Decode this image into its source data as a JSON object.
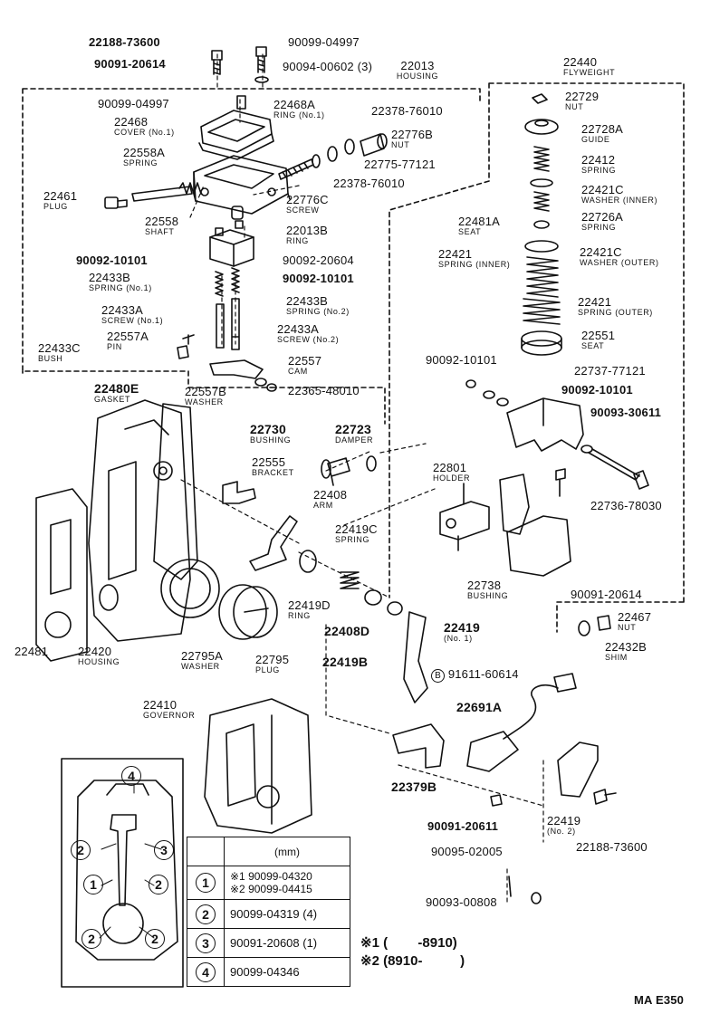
{
  "parts": {
    "p22188_top": {
      "no": "22188-73600"
    },
    "p90099_04997_top": {
      "no": "90099-04997"
    },
    "p90091_20614_top": {
      "no": "90091-20614"
    },
    "p90094_00602": {
      "no": "90094-00602 (3)"
    },
    "p22013": {
      "no": "22013",
      "name": "HOUSING"
    },
    "p22440": {
      "no": "22440",
      "name": "FLYWEIGHT"
    },
    "p90099_04997_mid": {
      "no": "90099-04997"
    },
    "p22468A": {
      "no": "22468A",
      "name": "RING (No.1)"
    },
    "p22468": {
      "no": "22468",
      "name": "COVER (No.1)"
    },
    "p22378_76010_a": {
      "no": "22378-76010"
    },
    "p22776B": {
      "no": "22776B",
      "name": "NUT"
    },
    "p22558A": {
      "no": "22558A",
      "name": "SPRING"
    },
    "p22775": {
      "no": "22775-77121"
    },
    "p22378_76010_b": {
      "no": "22378-76010"
    },
    "p22461": {
      "no": "22461",
      "name": "PLUG"
    },
    "p22776C": {
      "no": "22776C",
      "name": "SCREW"
    },
    "p22558": {
      "no": "22558",
      "name": "SHAFT"
    },
    "p22013B": {
      "no": "22013B",
      "name": "RING"
    },
    "p90092_10101_a": {
      "no": "90092-10101"
    },
    "p90092_20604": {
      "no": "90092-20604"
    },
    "p90092_10101_b": {
      "no": "90092-10101"
    },
    "p22433B_1": {
      "no": "22433B",
      "name": "SPRING (No.1)"
    },
    "p22433B_2": {
      "no": "22433B",
      "name": "SPRING (No.2)"
    },
    "p22433A_1": {
      "no": "22433A",
      "name": "SCREW (No.1)"
    },
    "p22557A": {
      "no": "22557A",
      "name": "PIN"
    },
    "p22433A_2": {
      "no": "22433A",
      "name": "SCREW (No.2)"
    },
    "p22433C": {
      "no": "22433C",
      "name": "BUSH"
    },
    "p22557": {
      "no": "22557",
      "name": "CAM"
    },
    "p22557B": {
      "no": "22557B",
      "name": "WASHER"
    },
    "p22365": {
      "no": "22365-48010"
    },
    "p22729": {
      "no": "22729",
      "name": "NUT"
    },
    "p22728A": {
      "no": "22728A",
      "name": "GUIDE"
    },
    "p22412": {
      "no": "22412",
      "name": "SPRING"
    },
    "p22421C_in": {
      "no": "22421C",
      "name": "WASHER (INNER)"
    },
    "p22481A": {
      "no": "22481A",
      "name": "SEAT"
    },
    "p22726A": {
      "no": "22726A",
      "name": "SPRING"
    },
    "p22421_in": {
      "no": "22421",
      "name": "SPRING (INNER)"
    },
    "p22421C_out": {
      "no": "22421C",
      "name": "WASHER (OUTER)"
    },
    "p22421_out": {
      "no": "22421",
      "name": "SPRING (OUTER)"
    },
    "p22551": {
      "no": "22551",
      "name": "SEAT"
    },
    "p90092_10101_c": {
      "no": "90092-10101"
    },
    "p22737": {
      "no": "22737-77121"
    },
    "p90092_10101_d": {
      "no": "90092-10101"
    },
    "p90093_30611": {
      "no": "90093-30611"
    },
    "p22480E": {
      "no": "22480E",
      "name": "GASKET"
    },
    "p22730": {
      "no": "22730",
      "name": "BUSHING"
    },
    "p22723": {
      "no": "22723",
      "name": "DAMPER"
    },
    "p22555": {
      "no": "22555",
      "name": "BRACKET"
    },
    "p22801": {
      "no": "22801",
      "name": "HOLDER"
    },
    "p22736": {
      "no": "22736-78030"
    },
    "p22408": {
      "no": "22408",
      "name": "ARM"
    },
    "p22419C": {
      "no": "22419C",
      "name": "SPRING"
    },
    "p22738": {
      "no": "22738",
      "name": "BUSHING"
    },
    "p90091_20614_r": {
      "no": "90091-20614"
    },
    "p22419D": {
      "no": "22419D",
      "name": "RING"
    },
    "p22467": {
      "no": "22467",
      "name": "NUT"
    },
    "p22481": {
      "no": "22481"
    },
    "p22420": {
      "no": "22420",
      "name": "HOUSING"
    },
    "p22795A": {
      "no": "22795A",
      "name": "WASHER"
    },
    "p22795": {
      "no": "22795",
      "name": "PLUG"
    },
    "p22408D": {
      "no": "22408D"
    },
    "p22419_1": {
      "no": "22419",
      "name": "(No. 1)"
    },
    "p22432B": {
      "no": "22432B",
      "name": "SHIM"
    },
    "p22419B": {
      "no": "22419B"
    },
    "p91611": {
      "no": "91611-60614",
      "prefix": "B"
    },
    "p22410": {
      "no": "22410",
      "name": "GOVERNOR"
    },
    "p22691A": {
      "no": "22691A"
    },
    "p22379B": {
      "no": "22379B"
    },
    "p90091_20611": {
      "no": "90091-20611"
    },
    "p22419_2": {
      "no": "22419",
      "name": "(No. 2)"
    },
    "p22188_bot": {
      "no": "22188-73600"
    },
    "p90095": {
      "no": "90095-02005"
    },
    "p90093_00808": {
      "no": "90093-00808"
    }
  },
  "inset": {
    "header": "(mm)",
    "rows": [
      {
        "key": "1",
        "lines": [
          "※1 90099-04320",
          "※2 90099-04415"
        ]
      },
      {
        "key": "2",
        "lines": [
          "90099-04319 (4)"
        ]
      },
      {
        "key": "3",
        "lines": [
          "90091-20608 (1)"
        ]
      },
      {
        "key": "4",
        "lines": [
          "90099-04346"
        ]
      }
    ],
    "gasket_marks": [
      "4",
      "2",
      "3",
      "1",
      "2",
      "2",
      "2"
    ]
  },
  "footnotes": [
    {
      "mark": "※1",
      "range": "(        -8910)"
    },
    {
      "mark": "※2",
      "range": "(8910-          )"
    }
  ],
  "code": "MA E350"
}
